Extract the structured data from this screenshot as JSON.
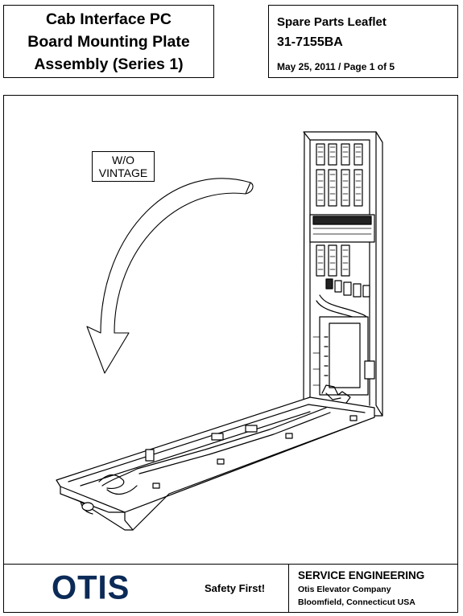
{
  "header": {
    "title_lines": [
      "Cab Interface PC",
      "Board Mounting Plate",
      "Assembly (Series 1)"
    ],
    "leaflet_type": "Spare Parts Leaflet",
    "doc_number": "31-7155BA",
    "date_page": "May 25, 2011  / Page 1 of 5"
  },
  "figure": {
    "callout_lines": [
      "W/O",
      "VINTAGE"
    ],
    "arrow_icon": "curved-arrow-icon"
  },
  "footer": {
    "logo_text": "OTIS",
    "logo_color": "#0b2a57",
    "safety": "Safety First!",
    "department": "SERVICE ENGINEERING",
    "company": "Otis Elevator Company",
    "location": "Bloomfield, Connecticut USA"
  }
}
